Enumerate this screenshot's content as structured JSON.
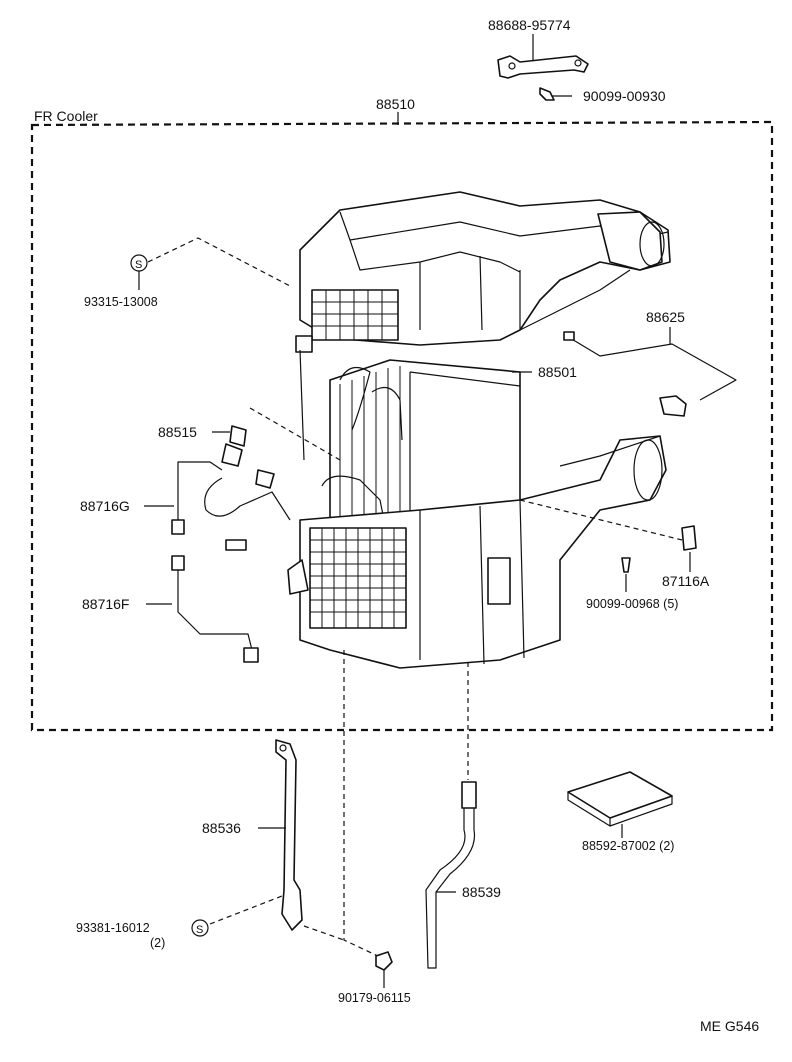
{
  "frame": {
    "title": "FR Cooler"
  },
  "labels": {
    "p88688": "88688-95774",
    "p90099_00930": "90099-00930",
    "p88510": "88510",
    "p93315": "93315-13008",
    "p88625": "88625",
    "p88501": "88501",
    "p88515": "88515",
    "p88716G": "88716G",
    "p88716F": "88716F",
    "p87116A": "87116A",
    "p90099_00968": "90099-00968 (5)",
    "p88536": "88536",
    "p93381": "93381-16012",
    "p93381_qty": "(2)",
    "p88539": "88539",
    "p88592": "88592-87002 (2)",
    "p90179": "90179-06115",
    "ref_code": "ME  G546"
  },
  "symbols": {
    "s_mark": "S"
  }
}
